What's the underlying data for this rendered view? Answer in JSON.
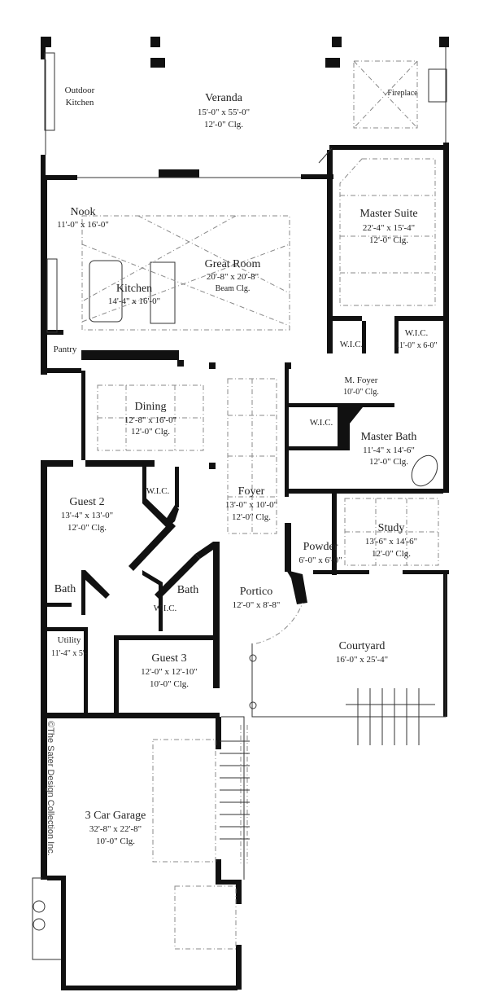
{
  "rooms": {
    "veranda": {
      "name": "Veranda",
      "size": "15'-0\" x 55'-0\"",
      "ceiling": "12'-0\" Clg."
    },
    "outdoor_kitchen": {
      "name_line1": "Outdoor",
      "name_line2": "Kitchen"
    },
    "fireplace": {
      "name": "Fireplace"
    },
    "nook": {
      "name": "Nook",
      "size": "11'-0\" x 16'-0\""
    },
    "master_suite": {
      "name": "Master Suite",
      "size": "22'-4\" x 15'-4\"",
      "ceiling": "12'-0\" Clg."
    },
    "great_room": {
      "name": "Great Room",
      "size": "20'-8\" x 20'-8\"",
      "ceiling": "Beam Clg."
    },
    "kitchen": {
      "name": "Kitchen",
      "size": "14'-4\" x 16'-0\""
    },
    "pantry": {
      "name": "Pantry"
    },
    "master_wic_left": {
      "name": "W.I.C."
    },
    "master_wic_right": {
      "name": "W.I.C.",
      "size": "11'-0\" x 6-0\""
    },
    "m_foyer": {
      "name": "M. Foyer",
      "ceiling": "10'-0\" Clg."
    },
    "dining": {
      "name": "Dining",
      "size": "12'-8\" x 16'-0\"",
      "ceiling": "12'-0\" Clg."
    },
    "bath_wic": {
      "name": "W.I.C."
    },
    "master_bath": {
      "name": "Master Bath",
      "size": "11'-4\" x 14'-6\"",
      "ceiling": "12'-0\" Clg."
    },
    "guest2_wic": {
      "name": "W.I.C."
    },
    "guest2": {
      "name": "Guest 2",
      "size": "13'-4\" x 13'-0\"",
      "ceiling": "12'-0\" Clg."
    },
    "foyer": {
      "name": "Foyer",
      "size": "13'-0\" x 10'-0\"",
      "ceiling": "12'-0\" Clg."
    },
    "study": {
      "name": "Study",
      "size": "13'-6\" x 14'-6\"",
      "ceiling": "12'-0\" Clg."
    },
    "powder": {
      "name": "Powder",
      "size": "6'-0\" x 6'-0\""
    },
    "bath_guest2": {
      "name": "Bath"
    },
    "bath_guest3": {
      "name": "Bath"
    },
    "guest3_wic": {
      "name": "W.I.C."
    },
    "portico": {
      "name": "Portico",
      "size": "12'-0\" x 8'-8\""
    },
    "utility": {
      "name": "Utility",
      "size": "11'-4\" x 5'-"
    },
    "courtyard": {
      "name": "Courtyard",
      "size": "16'-0\" x 25'-4\""
    },
    "guest3": {
      "name": "Guest 3",
      "size": "12'-0\" x 12'-10\"",
      "ceiling": "10'-0\" Clg."
    },
    "garage": {
      "name": "3 Car Garage",
      "size": "32'-8\" x 22'-8\"",
      "ceiling": "10'-0\" Clg."
    }
  },
  "copyright": "©The Sater Design Collection Inc.",
  "colors": {
    "wall": "#111111",
    "ceiling_lines": "#888888"
  }
}
